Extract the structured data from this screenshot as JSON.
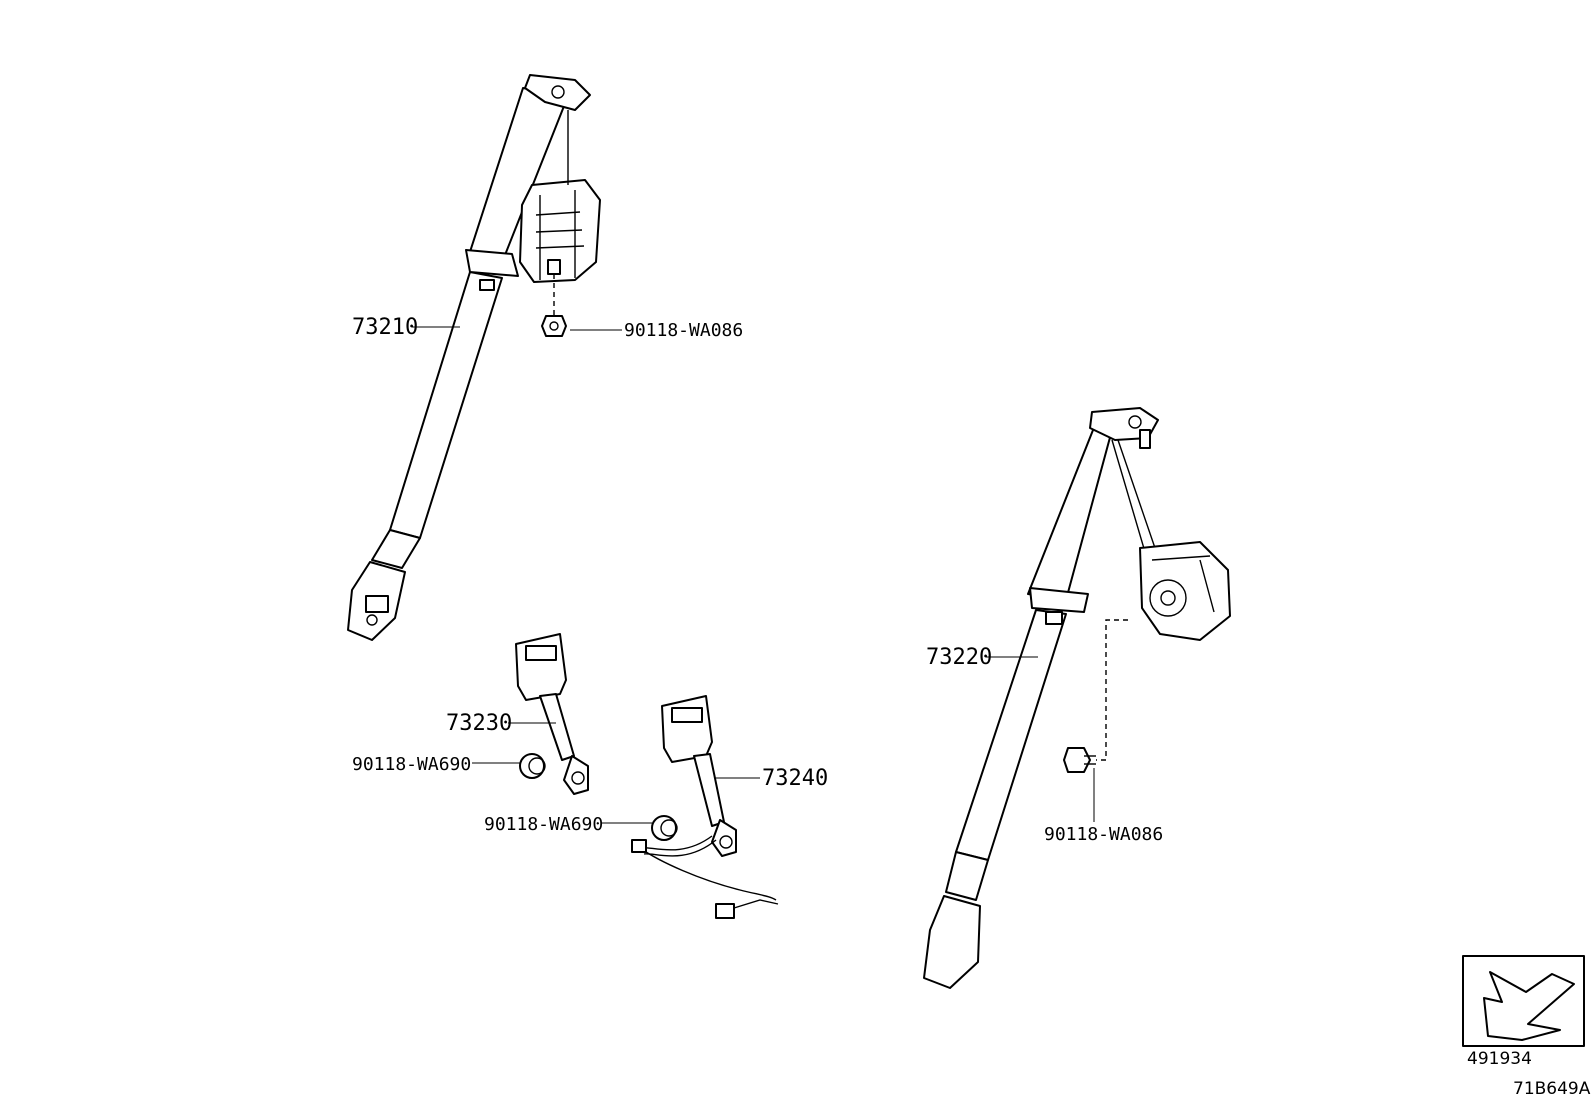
{
  "callouts": {
    "p73210": "73210",
    "p73220": "73220",
    "p73230": "73230",
    "p73240": "73240",
    "bolt_upper_left": "90118-WA086",
    "bolt_lower_right": "90118-WA086",
    "bolt_buckle_left": "90118-WA690",
    "bolt_buckle_right": "90118-WA690"
  },
  "footer": {
    "ref_number": "491934",
    "diagram_code": "71B649A"
  },
  "icons": {
    "ref_box": "front-direction-arrow-icon"
  },
  "colors": {
    "line": "#000000",
    "background": "#ffffff"
  }
}
